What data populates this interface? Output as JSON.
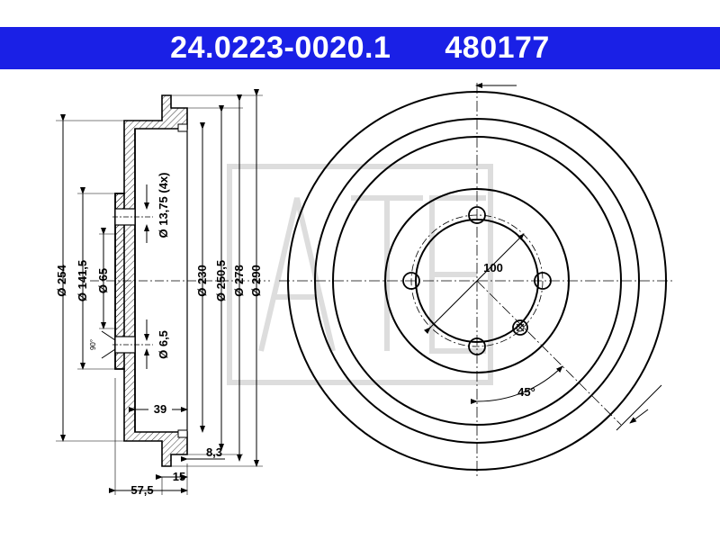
{
  "header": {
    "part_number": "24.0223-0020.1",
    "ref_number": "480177",
    "background": "#1a20e6"
  },
  "side_view": {
    "diameters": [
      "Ø 254",
      "Ø 141,5",
      "Ø 65",
      "Ø 230",
      "Ø 250,5",
      "Ø 278",
      "Ø 290"
    ],
    "hole_label": "Ø 13,75 (4x)",
    "small_hole_label": "Ø 6,5",
    "angle_label": "90°",
    "depth_39": "39",
    "width_8_3": "8,3",
    "width_15": "15",
    "width_57_5": "57,5"
  },
  "front_view": {
    "pcd_label": "100",
    "angle_label": "45°"
  }
}
